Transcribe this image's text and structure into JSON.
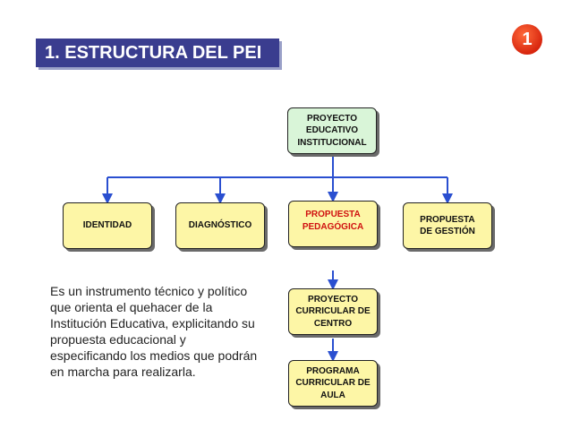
{
  "slide": {
    "title": "1.  ESTRUCTURA DEL PEI",
    "badge": "1"
  },
  "diagram": {
    "root": {
      "line1": "PROYECTO",
      "line2": "EDUCATIVO",
      "line3": "INSTITUCIONAL"
    },
    "children": {
      "identidad": "IDENTIDAD",
      "diagnostico": "DIAGNÓSTICO",
      "pedagogica_line1": "PROPUESTA",
      "pedagogica_line2": "PEDAGÓGICA",
      "gestion_line1": "PROPUESTA",
      "gestion_line2": "DE GESTIÓN"
    },
    "curricular": {
      "line1": "PROYECTO",
      "line2": "CURRICULAR DE",
      "line3": "CENTRO"
    },
    "programa": {
      "line1": "PROGRAMA",
      "line2": "CURRICULAR DE",
      "line3": "AULA"
    }
  },
  "description": "Es un instrumento técnico y político que orienta el quehacer de la Institución Educativa, explicitando su propuesta educacional y especificando los medios que podrán en marcha para realizarla.",
  "colors": {
    "title_bg": "#3a3d8f",
    "box_yellow": "#fdf6a6",
    "box_green": "#d9f5d8",
    "connector": "#2a4fd0",
    "highlight_text": "#d01010"
  }
}
